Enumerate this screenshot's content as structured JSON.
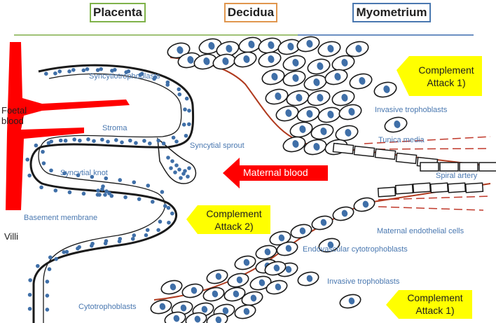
{
  "headers": {
    "placenta": "Placenta",
    "decidua": "Decidua",
    "myometrium": "Myometrium"
  },
  "colors": {
    "placenta": "#7fb24a",
    "decidua": "#e0964e",
    "myometrium": "#4a78b0",
    "blood": "#ff0000",
    "vessel": "#b03a1e",
    "nucleus": "#3f6fa8",
    "callout": "#ffff00",
    "label": "#4a78b0"
  },
  "labels": {
    "syncytiotrophoblasts": "Syncytiotrophoblasts",
    "foetal_blood": "Foetal blood",
    "stroma": "Stroma",
    "syncytial_sprout": "Syncytial sprout",
    "syncytial_knot": "Syncytial knot",
    "basement_membrane": "Basement membrane",
    "villi": "Villi",
    "cytotrophoblasts": "Cytotrophoblasts",
    "invasive_trophoblasts_top": "Invasive trophoblasts",
    "tunica_media": "Tunica media",
    "spiral_artery": "Spiral artery",
    "maternal_endothelial_cells": "Maternal endothelial cells",
    "endovascular_cytotrophoblasts": "Endovascular cytotrophoblasts",
    "invasive_trophoblasts_bottom": "Invasive trophoblasts",
    "maternal_blood": "Maternal blood"
  },
  "callouts": {
    "attack1_top": {
      "line1": "Complement",
      "line2": "Attack 1)"
    },
    "attack2": {
      "line1": "Complement",
      "line2": "Attack 2)"
    },
    "attack1_bottom": {
      "line1": "Complement",
      "line2": "Attack 1)"
    }
  }
}
